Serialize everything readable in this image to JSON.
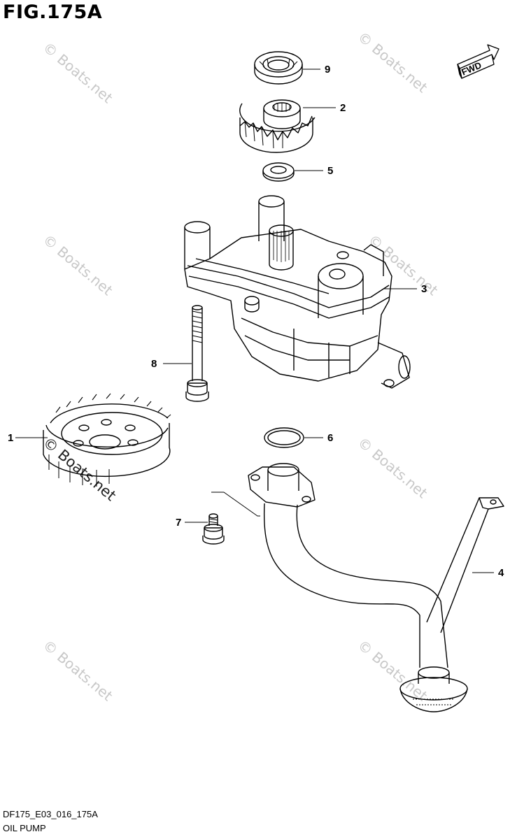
{
  "title": "FIG.175A",
  "code": "DF175_E03_016_175A",
  "name": "OIL PUMP",
  "direction_badge": "FWD",
  "watermark": "© Boats.net",
  "callouts": [
    "1",
    "2",
    "3",
    "4",
    "5",
    "6",
    "7",
    "8",
    "9"
  ]
}
